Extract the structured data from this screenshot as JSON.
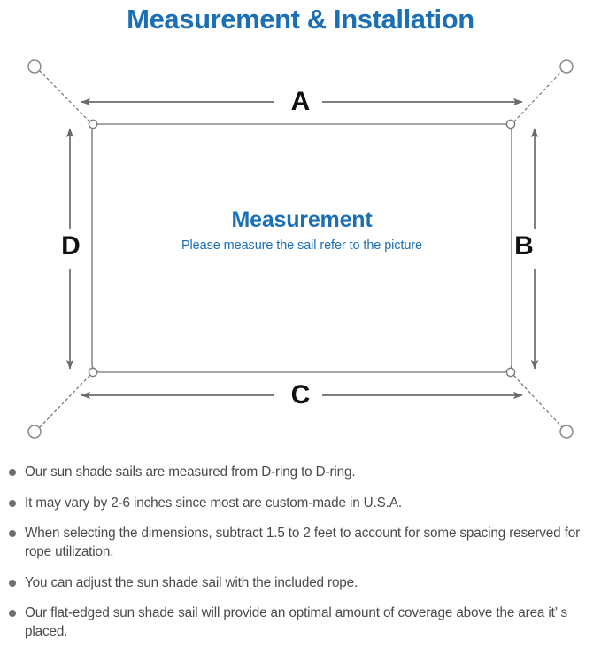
{
  "header": {
    "title": "Measurement & Installation",
    "title_color": "#1b6fb4"
  },
  "diagram": {
    "name": "sun-shade-sail-measurement-diagram",
    "sail_label_title": "Measurement",
    "sail_label_subtitle": "Please measure the sail refer to the picture",
    "dimension_labels": {
      "top": "A",
      "right": "B",
      "bottom": "C",
      "left": "D"
    },
    "colors": {
      "sail_stroke": "#8a8a8a",
      "arrow": "#6b6b6b",
      "rope_dotted": "#7a7a7a",
      "anchor_ring": "#8a8a8a",
      "label_text": "#111111",
      "accent_blue": "#1b6fb4"
    },
    "parts": {
      "d_ring": "d-ring",
      "anchor_point": "anchor-point",
      "rope": "rope-dotted-line"
    }
  },
  "notes": {
    "bullet_color": "#6e6e6e",
    "items": [
      "Our sun shade sails are measured from D-ring to D-ring.",
      "It may vary by 2-6 inches since most are custom-made in U.S.A.",
      "When selecting the dimensions, subtract 1.5 to 2 feet to account for some spacing reserved for rope utilization.",
      "You can adjust the sun shade sail with the included rope.",
      "Our flat-edged sun shade sail will provide an optimal amount of coverage above the area it’ s placed."
    ]
  }
}
